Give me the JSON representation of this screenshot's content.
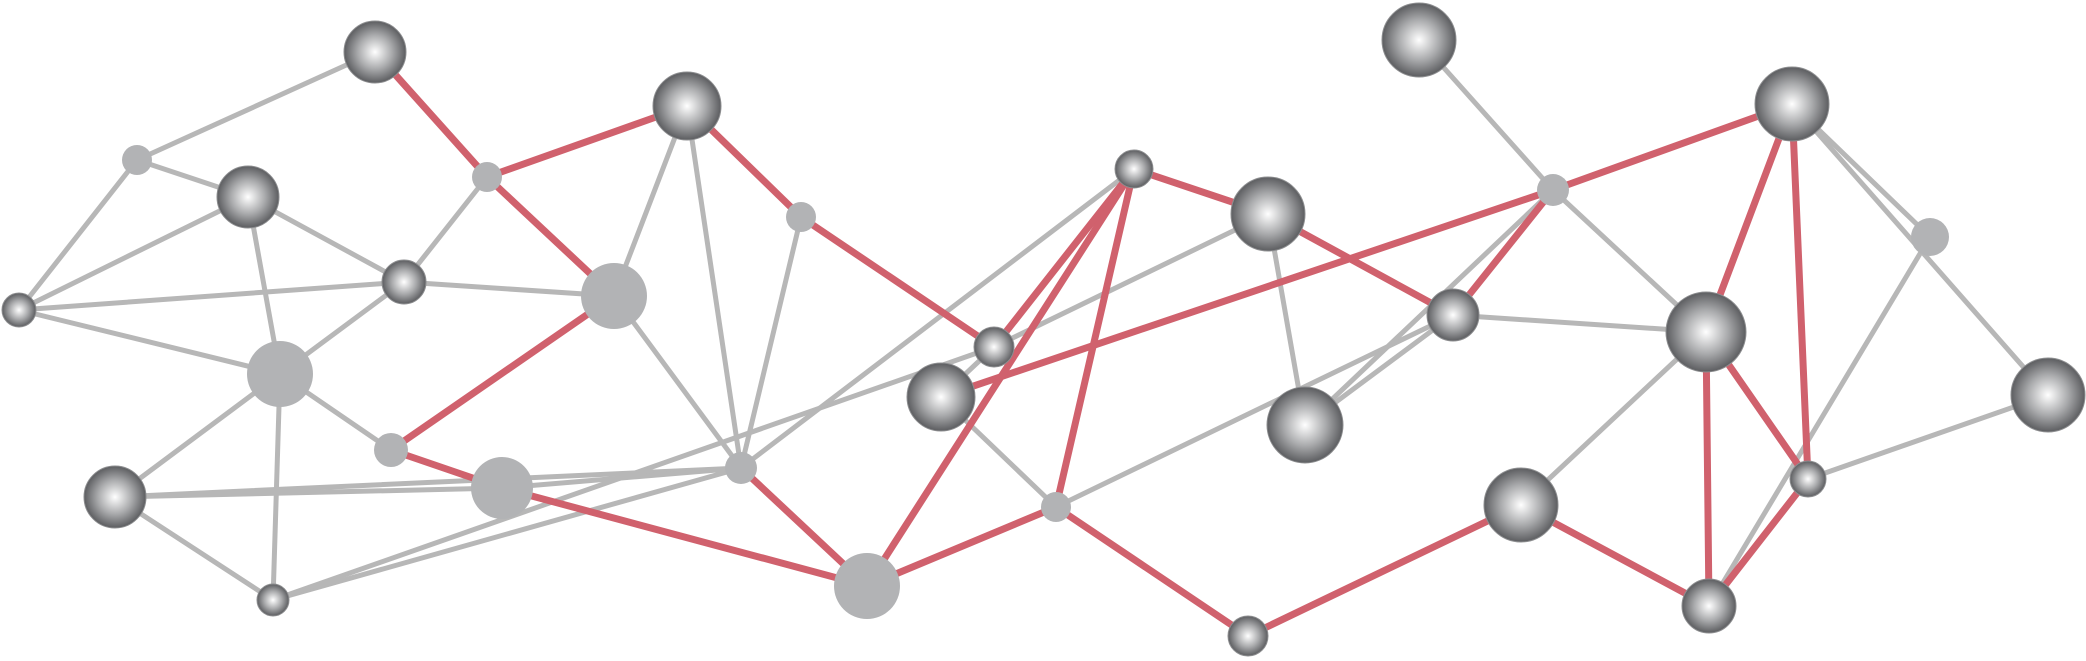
{
  "colors": {
    "background": "#ffffff",
    "edge_default": "#b7b7b7",
    "edge_highlight": "#d0616d",
    "node_flat": "#b2b3b5",
    "node_sphere_light": "#ffffff",
    "node_sphere_mid": "#a9aaac",
    "node_sphere_dark": "#5c5d60"
  },
  "nodes": [
    {
      "id": "n0",
      "style": "sphere"
    },
    {
      "id": "n1",
      "style": "flat"
    },
    {
      "id": "n2",
      "style": "sphere"
    },
    {
      "id": "n3",
      "style": "sphere"
    },
    {
      "id": "n4",
      "style": "flat"
    },
    {
      "id": "n5",
      "style": "flat"
    },
    {
      "id": "n6",
      "style": "sphere"
    },
    {
      "id": "n7",
      "style": "flat"
    },
    {
      "id": "n8",
      "style": "flat"
    },
    {
      "id": "n9",
      "style": "sphere"
    },
    {
      "id": "n10",
      "style": "flat"
    },
    {
      "id": "n11",
      "style": "sphere"
    },
    {
      "id": "n12",
      "style": "sphere"
    },
    {
      "id": "n13",
      "style": "sphere"
    },
    {
      "id": "n14",
      "style": "flat"
    },
    {
      "id": "n15",
      "style": "flat"
    },
    {
      "id": "n16",
      "style": "flat"
    },
    {
      "id": "n17",
      "style": "sphere"
    },
    {
      "id": "n18",
      "style": "sphere"
    },
    {
      "id": "n19",
      "style": "sphere"
    },
    {
      "id": "n20",
      "style": "flat"
    },
    {
      "id": "n21",
      "style": "sphere"
    },
    {
      "id": "n22",
      "style": "sphere"
    },
    {
      "id": "n23",
      "style": "sphere"
    },
    {
      "id": "n24",
      "style": "sphere"
    },
    {
      "id": "n25",
      "style": "sphere"
    },
    {
      "id": "n26",
      "style": "sphere"
    },
    {
      "id": "n27",
      "style": "sphere"
    },
    {
      "id": "n28",
      "style": "flat"
    },
    {
      "id": "n29",
      "style": "sphere"
    },
    {
      "id": "n30",
      "style": "sphere"
    },
    {
      "id": "n31",
      "style": "flat"
    },
    {
      "id": "n32",
      "style": "sphere"
    }
  ],
  "edges": [
    {
      "from": "n0",
      "to": "n1",
      "highlight": false
    },
    {
      "from": "n1",
      "to": "n2",
      "highlight": false
    },
    {
      "from": "n2",
      "to": "n3",
      "highlight": false
    },
    {
      "from": "n1",
      "to": "n4",
      "highlight": false
    },
    {
      "from": "n3",
      "to": "n6",
      "highlight": false
    },
    {
      "from": "n3",
      "to": "n7",
      "highlight": false
    },
    {
      "from": "n6",
      "to": "n7",
      "highlight": false
    },
    {
      "from": "n7",
      "to": "n8",
      "highlight": false
    },
    {
      "from": "n7",
      "to": "n10",
      "highlight": false
    },
    {
      "from": "n7",
      "to": "n11",
      "highlight": false
    },
    {
      "from": "n10",
      "to": "n11",
      "highlight": false
    },
    {
      "from": "n11",
      "to": "n9",
      "highlight": false
    },
    {
      "from": "n6",
      "to": "n5",
      "highlight": false
    },
    {
      "from": "n6",
      "to": "n14",
      "highlight": false
    },
    {
      "from": "n14",
      "to": "n12",
      "highlight": false
    },
    {
      "from": "n0",
      "to": "n5",
      "highlight": true
    },
    {
      "from": "n5",
      "to": "n15",
      "highlight": true
    },
    {
      "from": "n5",
      "to": "n14",
      "highlight": true
    },
    {
      "from": "n14",
      "to": "n8",
      "highlight": true
    },
    {
      "from": "n8",
      "to": "n9",
      "highlight": true
    },
    {
      "from": "n9",
      "to": "n18",
      "highlight": true
    },
    {
      "from": "n18",
      "to": "n20",
      "highlight": true
    },
    {
      "from": "n15",
      "to": "n13",
      "highlight": true
    },
    {
      "from": "n13",
      "to": "n17",
      "highlight": true
    },
    {
      "from": "n17",
      "to": "n16",
      "highlight": true
    },
    {
      "from": "n16",
      "to": "n19",
      "highlight": true
    },
    {
      "from": "n19",
      "to": "n24",
      "highlight": true
    },
    {
      "from": "n24",
      "to": "n25",
      "highlight": true
    },
    {
      "from": "n25",
      "to": "n22",
      "highlight": true
    },
    {
      "from": "n20",
      "to": "n21",
      "highlight": true
    },
    {
      "from": "n21",
      "to": "n26",
      "highlight": true
    },
    {
      "from": "n26",
      "to": "n29",
      "highlight": true
    },
    {
      "from": "n29",
      "to": "n28",
      "highlight": true
    },
    {
      "from": "n28",
      "to": "n30",
      "highlight": true
    },
    {
      "from": "n30",
      "to": "n27",
      "highlight": true
    },
    {
      "from": "n15",
      "to": "n12",
      "highlight": false
    },
    {
      "from": "n12",
      "to": "n10",
      "highlight": false
    },
    {
      "from": "n12",
      "to": "n11",
      "highlight": false
    },
    {
      "from": "n10",
      "to": "n17",
      "highlight": false
    },
    {
      "from": "n16",
      "to": "n18",
      "highlight": false
    },
    {
      "from": "n19",
      "to": "n23",
      "highlight": false
    },
    {
      "from": "n20",
      "to": "n24",
      "highlight": false
    },
    {
      "from": "n24",
      "to": "n23",
      "highlight": false
    },
    {
      "from": "n23",
      "to": "n25",
      "highlight": false
    },
    {
      "from": "n26",
      "to": "n28",
      "highlight": false
    },
    {
      "from": "n29",
      "to": "n31",
      "highlight": false
    },
    {
      "from": "n27",
      "to": "n32",
      "highlight": false
    },
    {
      "from": "n30",
      "to": "n28",
      "highlight": false
    }
  ]
}
